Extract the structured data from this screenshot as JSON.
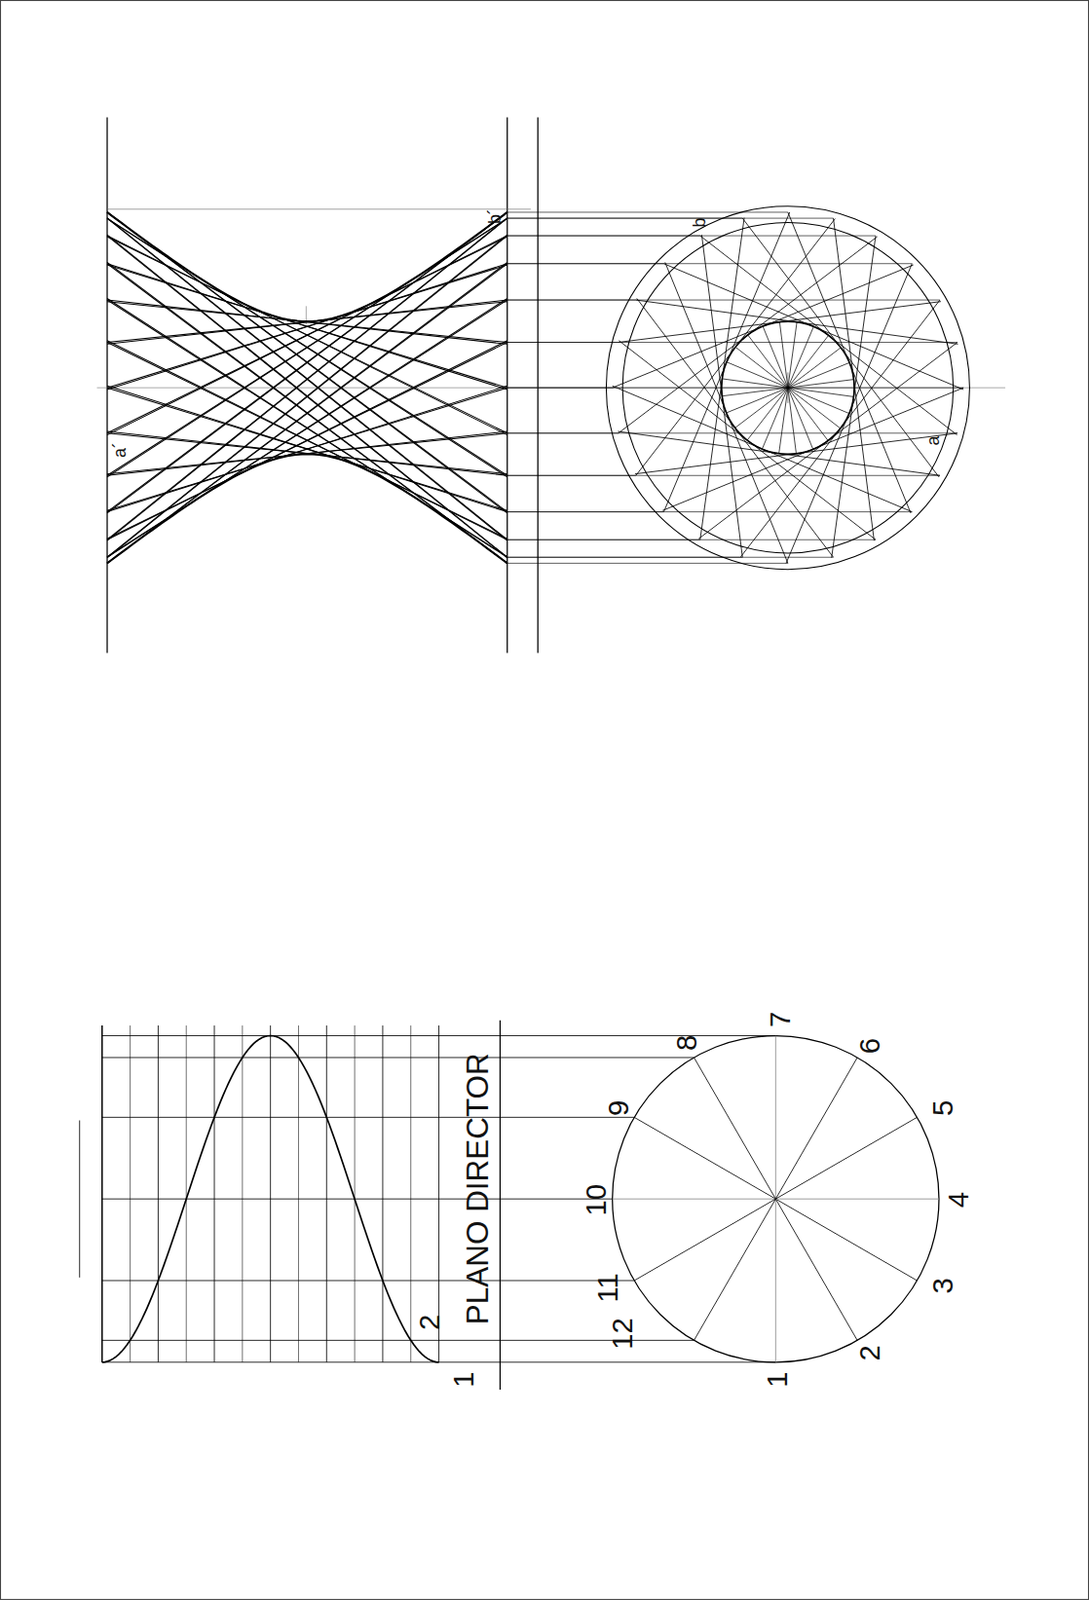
{
  "diagram": {
    "labels": [
      "1",
      "2",
      "PLANO DIRECTOR",
      "1",
      "2",
      "3",
      "4",
      "5",
      "6",
      "7",
      "8",
      "9",
      "10",
      "11",
      "12",
      "a´",
      "b´",
      "b",
      "a"
    ]
  }
}
